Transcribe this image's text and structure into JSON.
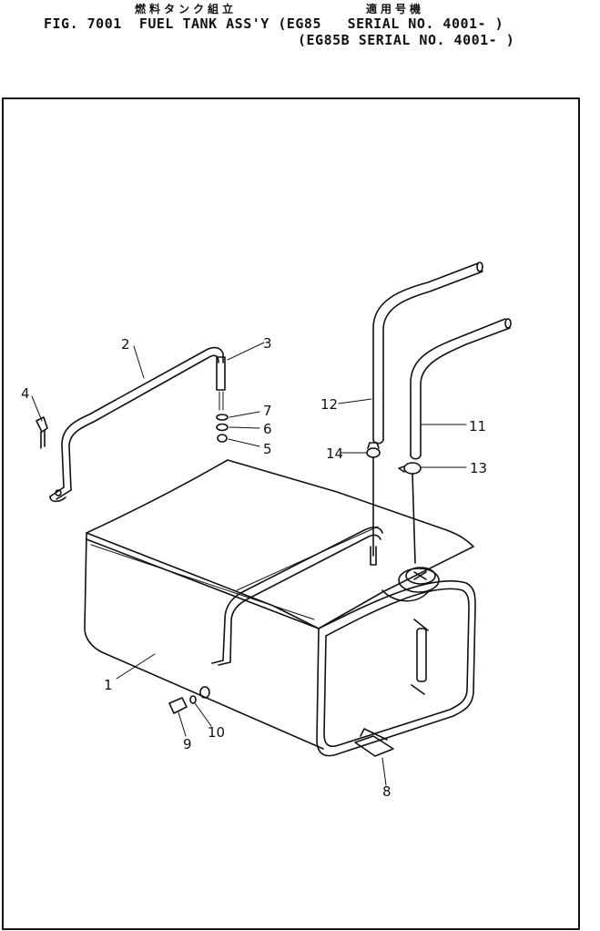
{
  "header": {
    "title_jp": "燃料タンク組立",
    "serial_jp": "適用号機",
    "fig_line": "FIG. 7001  FUEL TANK ASS'Y (EG85   SERIAL NO. 4001- )",
    "model_line": "(EG85B SERIAL NO. 4001- )"
  },
  "callouts": {
    "c1": "1",
    "c2": "2",
    "c3": "3",
    "c4": "4",
    "c5": "5",
    "c6": "6",
    "c7": "7",
    "c8": "8",
    "c9": "9",
    "c10": "10",
    "c11": "11",
    "c12": "12",
    "c13": "13",
    "c14": "14"
  }
}
